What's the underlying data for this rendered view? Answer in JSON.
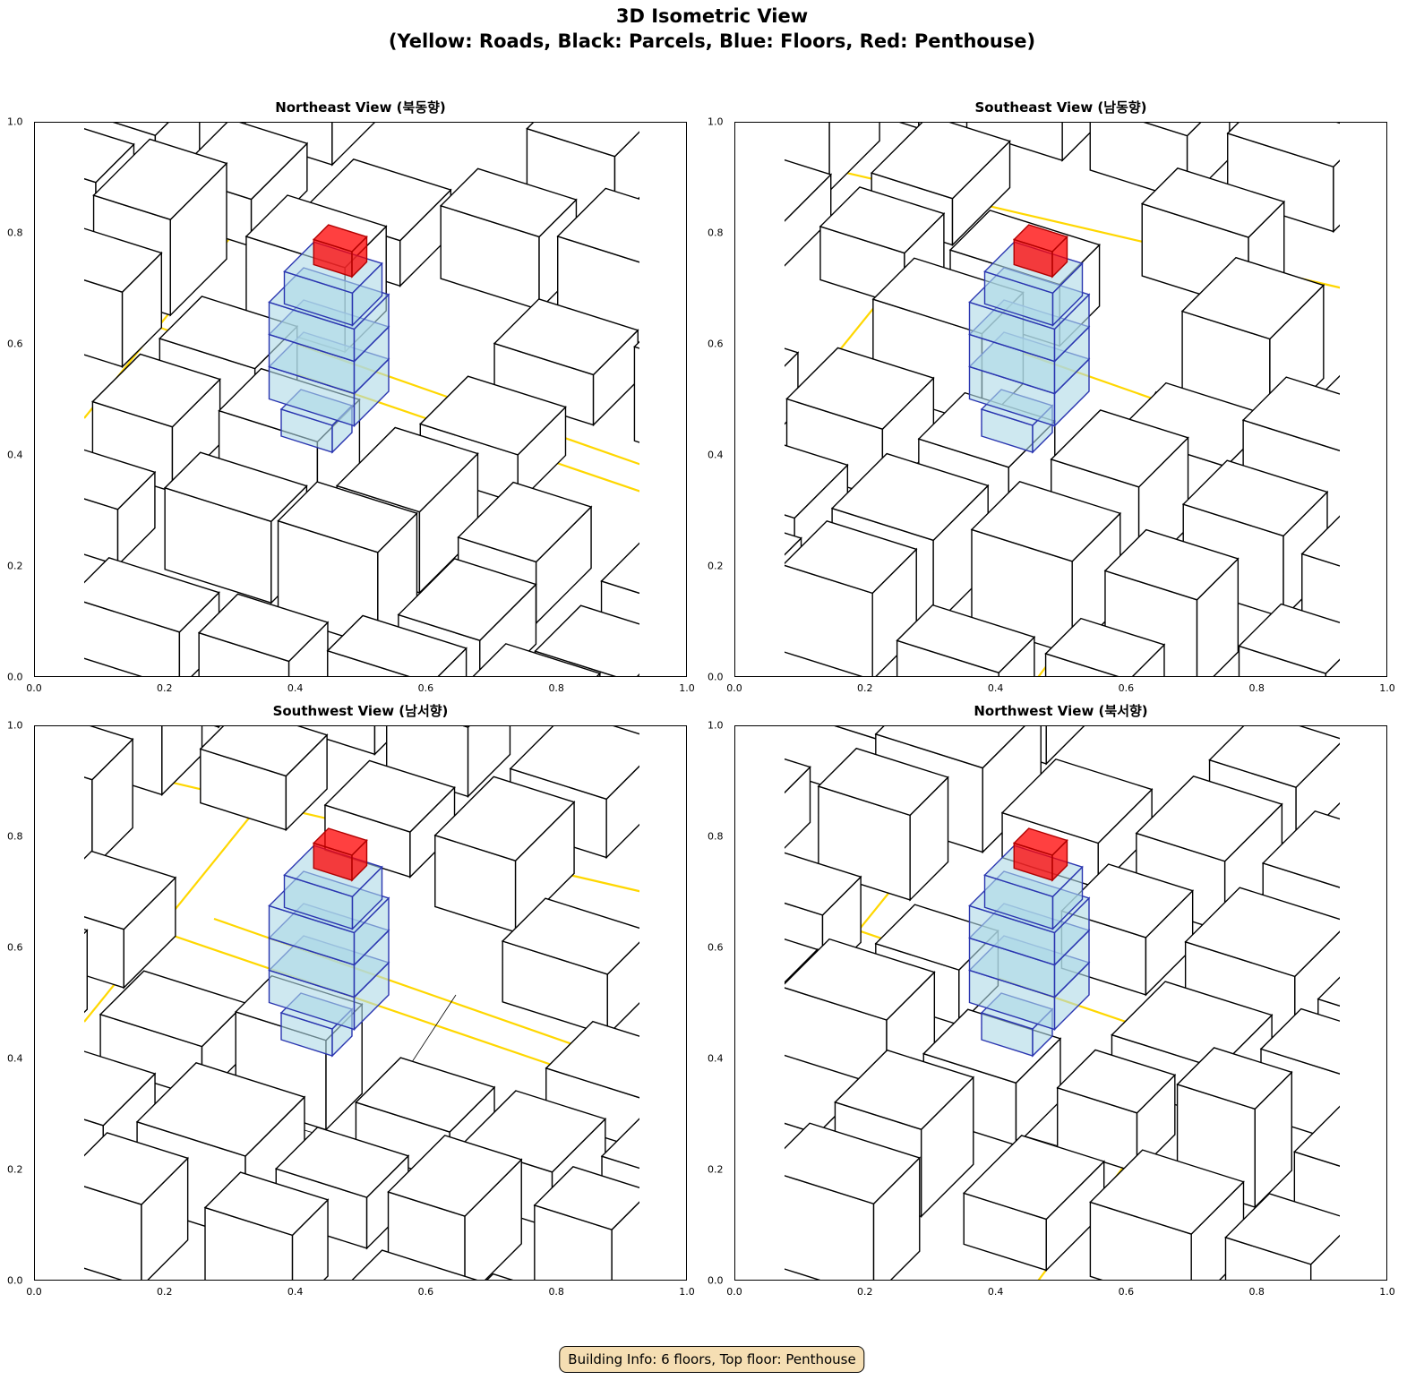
{
  "title_line1": "3D Isometric View",
  "title_line2": "(Yellow: Roads, Black: Parcels, Blue: Floors, Red: Penthouse)",
  "panels": [
    {
      "title": "Northeast View (북동향)"
    },
    {
      "title": "Southeast View (남동향)"
    },
    {
      "title": "Southwest View (남서향)"
    },
    {
      "title": "Northwest View (북서향)"
    }
  ],
  "axis_ticks": [
    "0.0",
    "0.2",
    "0.4",
    "0.6",
    "0.8",
    "1.0"
  ],
  "colors": {
    "road": "#ffd700",
    "parcel": "#000000",
    "floor": "#add8e6",
    "floor_edge": "#2a35b0",
    "penthouse": "#ff0000"
  },
  "info": "Building Info: 6 floors, Top floor: Penthouse"
}
